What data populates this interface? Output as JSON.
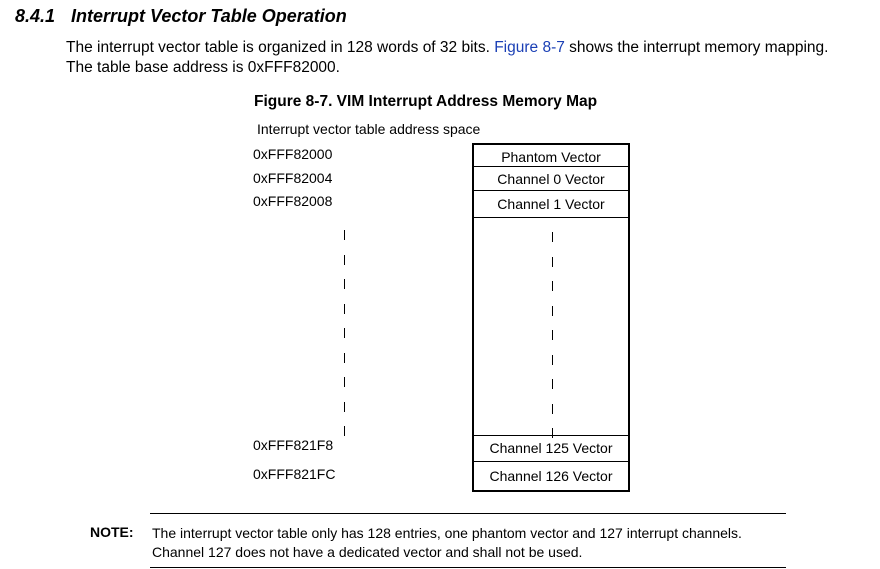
{
  "section": {
    "number": "8.4.1",
    "title": "Interrupt Vector Table Operation"
  },
  "intro": {
    "part1": "The interrupt vector table is organized in 128 words of 32 bits. ",
    "link": "Figure 8-7",
    "part2": " shows the interrupt memory mapping. The table base address is 0xFFF82000."
  },
  "figure": {
    "caption": "Figure 8-7. VIM Interrupt Address Memory Map",
    "space_label": "Interrupt  vector table address space",
    "addresses": [
      "0xFFF82000",
      "0xFFF82004",
      "0xFFF82008",
      "0xFFF821F8",
      "0xFFF821FC"
    ],
    "entries": [
      "Phantom Vector",
      "Channel 0 Vector",
      "Channel 1 Vector",
      "Channel 125 Vector",
      "Channel 126 Vector"
    ]
  },
  "note": {
    "label": "NOTE:",
    "text": "The interrupt vector table only has 128 entries, one phantom vector and 127 interrupt channels. Channel 127 does not have a dedicated vector and shall not be used."
  }
}
